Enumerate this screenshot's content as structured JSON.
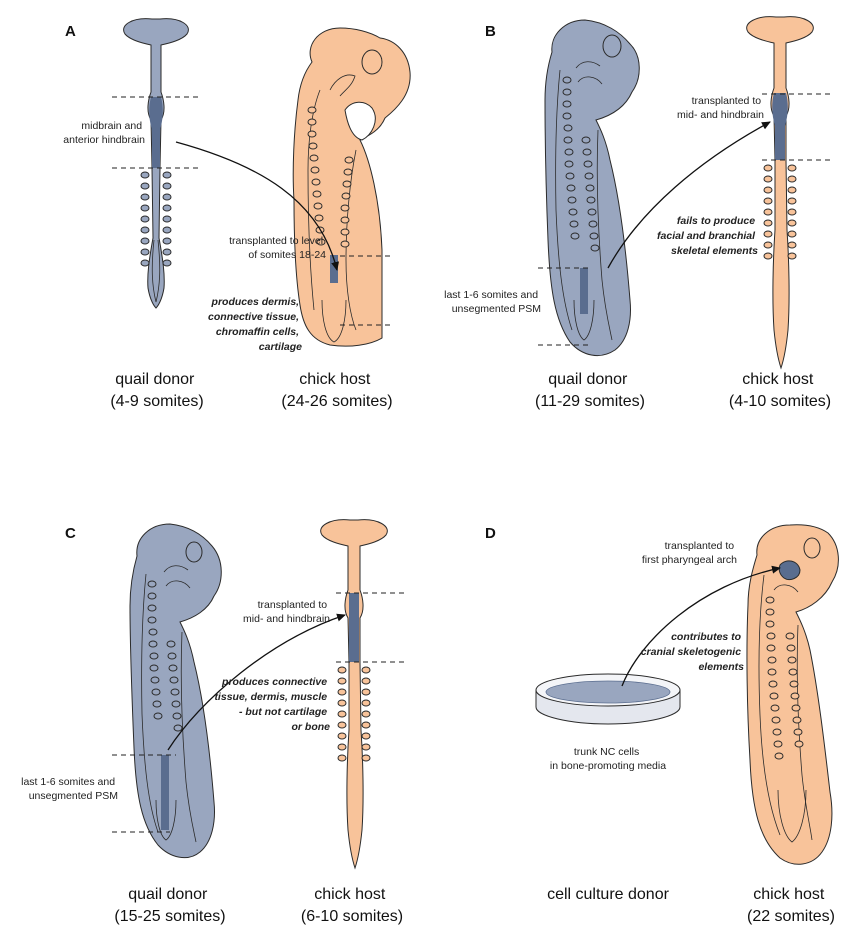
{
  "colors": {
    "quail": "#99a6bf",
    "quail_dark": "#5a6d8f",
    "chick": "#f8c39a",
    "outline": "#2b2b2b"
  },
  "panels": {
    "A": {
      "letter": "A",
      "source_label": [
        "midbrain and",
        "anterior hindbrain"
      ],
      "target_label": [
        "transplanted to level",
        "of somites 18-24"
      ],
      "outcome": [
        "produces dermis,",
        "connective tissue,",
        "chromaffin cells,",
        "cartilage"
      ],
      "donor_caption": [
        "quail donor",
        "(4-9 somites)"
      ],
      "host_caption": [
        "chick host",
        "(24-26 somites)"
      ]
    },
    "B": {
      "letter": "B",
      "target_label": [
        "transplanted to",
        "mid- and hindbrain"
      ],
      "outcome": [
        "fails to produce",
        "facial and branchial",
        "skeletal elements"
      ],
      "source_label": [
        "last 1-6 somites and",
        "unsegmented PSM"
      ],
      "donor_caption": [
        "quail donor",
        "(11-29 somites)"
      ],
      "host_caption": [
        "chick host",
        "(4-10 somites)"
      ]
    },
    "C": {
      "letter": "C",
      "target_label": [
        "transplanted to",
        "mid- and hindbrain"
      ],
      "outcome": [
        "produces connective",
        "tissue, dermis, muscle",
        "- but not cartilage",
        "or bone"
      ],
      "source_label": [
        "last 1-6 somites and",
        "unsegmented PSM"
      ],
      "donor_caption": [
        "quail donor",
        "(15-25 somites)"
      ],
      "host_caption": [
        "chick host",
        "(6-10 somites)"
      ]
    },
    "D": {
      "letter": "D",
      "target_label": [
        "transplanted to",
        "first pharyngeal arch"
      ],
      "outcome": [
        "contributes to",
        "cranial skeletogenic",
        "elements"
      ],
      "source_label": [
        "trunk NC cells",
        "in bone-promoting media"
      ],
      "donor_caption": [
        "cell culture donor"
      ],
      "host_caption": [
        "chick host",
        "(22 somites)"
      ]
    }
  }
}
